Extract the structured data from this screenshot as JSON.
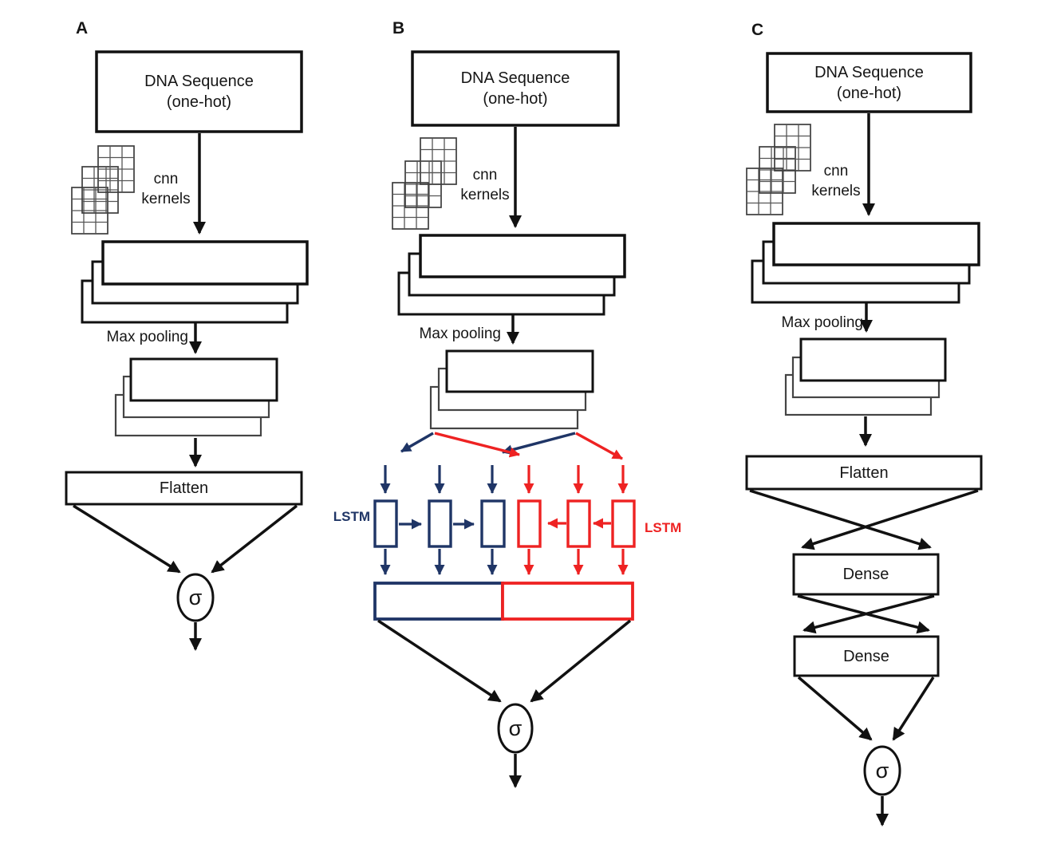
{
  "figure": {
    "type": "cnn-lstm-dense-architecture-comparison",
    "colors": {
      "line_black": "#111111",
      "forward_lstm_blue": "#1f3566",
      "backward_lstm_red": "#ee2222",
      "back_stack_gray": "#444444"
    },
    "panels": [
      {
        "label": "A",
        "input_line1": "DNA Sequence",
        "input_line2": "(one-hot)",
        "kernels_line1": "cnn",
        "kernels_line2": "kernels",
        "pooling": "Max pooling",
        "flatten": "Flatten",
        "sigma": "σ"
      },
      {
        "label": "B",
        "input_line1": "DNA Sequence",
        "input_line2": "(one-hot)",
        "kernels_line1": "cnn",
        "kernels_line2": "kernels",
        "pooling": "Max pooling",
        "lstm_left": "LSTM",
        "lstm_right": "LSTM",
        "sigma": "σ"
      },
      {
        "label": "C",
        "input_line1": "DNA Sequence",
        "input_line2": "(one-hot)",
        "kernels_line1": "cnn",
        "kernels_line2": "kernels",
        "pooling": "Max pooling",
        "flatten": "Flatten",
        "dense_1": "Dense",
        "dense_2": "Dense",
        "sigma": "σ"
      }
    ]
  }
}
